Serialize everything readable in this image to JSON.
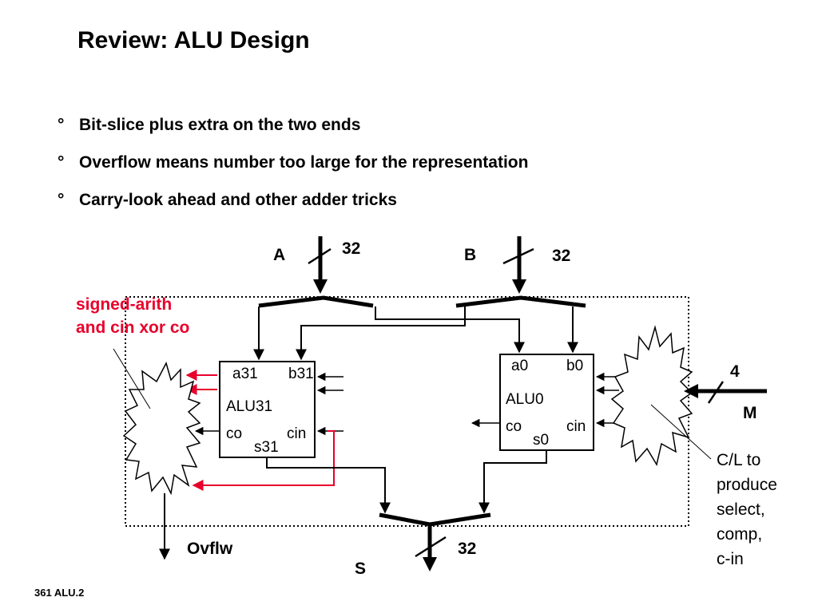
{
  "slide": {
    "title": "Review: ALU Design",
    "bullet_marker": "°",
    "bullets": [
      "Bit-slice plus extra on the two ends",
      "Overflow means number too large for the representation",
      "Carry-look ahead and other adder tricks"
    ],
    "footer": "361 ALU.2"
  },
  "diagram": {
    "input_a": {
      "label": "A",
      "width": "32"
    },
    "input_b": {
      "label": "B",
      "width": "32"
    },
    "output_s": {
      "label": "S",
      "width": "32"
    },
    "control_m": {
      "label": "M",
      "width": "4"
    },
    "overflow_label": "Ovflw",
    "annotation_left": {
      "line1": "signed-arith",
      "line2": "and cin xor co",
      "color": "#e8002a"
    },
    "annotation_right": [
      "C/L to",
      "produce",
      "select,",
      "comp,",
      "c-in"
    ],
    "alu31": {
      "a": "a31",
      "b": "b31",
      "name": "ALU31",
      "co": "co",
      "cin": "cin",
      "s": "s31"
    },
    "alu0": {
      "a": "a0",
      "b": "b0",
      "name": "ALU0",
      "co": "co",
      "cin": "cin",
      "s": "s0"
    },
    "colors": {
      "line": "#000000",
      "accent": "#e8002a"
    }
  }
}
